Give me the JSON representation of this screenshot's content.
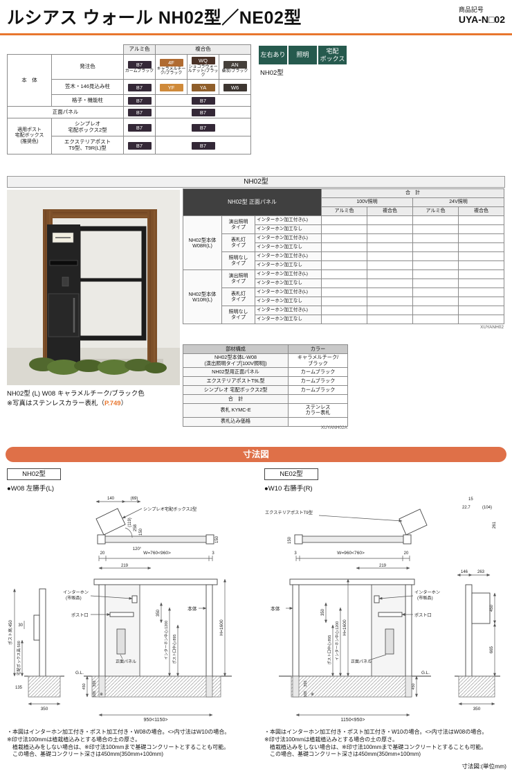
{
  "colors": {
    "accent_orange": "#e8762e",
    "dim_bar_orange": "#df7048",
    "badge_green": "#265a4e",
    "link_orange": "#e8762e"
  },
  "header": {
    "title": "ルシアス ウォール NH02型／NE02型",
    "code_label": "商品記号",
    "code": "UYA-N□02"
  },
  "badges": {
    "items": [
      {
        "label": "左右あり"
      },
      {
        "label": "照明"
      },
      {
        "label": "宅配\nボックス"
      }
    ],
    "model": "NH02型"
  },
  "color_table": {
    "header_alumi": "アルミ色",
    "header_fukugo": "複合色",
    "group_body": "本　体",
    "row_order": "発注色",
    "row_kasagi": "笠木・146見込み柱",
    "row_koshi": "格子・機能柱",
    "row_panel": "正面パネル",
    "group_post": "適用ポスト\n宅配ボックス\n(推奨色)",
    "row_simpleo": "シンプレオ\n宅配ボックス2型",
    "row_exterior": "エクステリアポスト\nT9型、T9R(L)型",
    "chips": {
      "b7": {
        "code": "B7",
        "name": "カームブラック",
        "hex": "#342837"
      },
      "f4": {
        "code": "4F",
        "name": "キャラメルチーク/ブラック",
        "hex": "#b06b31"
      },
      "wq": {
        "code": "WQ",
        "name": "ショコラウォールナット/ブラック",
        "hex": "#4a3227"
      },
      "an": {
        "code": "AN",
        "name": "桑炭/ブラック",
        "hex": "#45403b"
      },
      "yf": {
        "code": "YF",
        "hex": "#cf8a3a"
      },
      "ya": {
        "code": "YA",
        "hex": "#8f5e2a"
      },
      "w6": {
        "code": "W6",
        "hex": "#3d3631"
      }
    }
  },
  "model_bar": "NH02型",
  "photo": {
    "caption": "NH02型 (L) W08 キャラメルチーク/ブラック色",
    "note_pre": "※写真はステンレスカラー表札（",
    "note_link": "P.749",
    "note_post": "）"
  },
  "spec_table": {
    "corner": "NH02型 正面パネル",
    "total": "合　計",
    "group_100v": "100V照明",
    "group_24v": "24V照明",
    "col_alumi": "アルミ色",
    "col_fukugo": "複合色",
    "body_w08": "NH02型本体\nW08R(L)",
    "body_w10": "NH02型本体\nW10R(L)",
    "type_ensyutsu": "演出照明\nタイプ",
    "type_hyosatsu": "表札灯\nタイプ",
    "type_none": "照明なし\nタイプ",
    "opt_with": "インターホン加工付き(L)",
    "opt_without": "インターホン加工なし",
    "figure_code": "XUYANH02"
  },
  "parts_table": {
    "h_part": "部材構成",
    "h_color": "カラー",
    "rows": [
      {
        "part": "NH02型本体L-W08\n(演出照明タイプ[100V照明])",
        "color": "キャラメルチーク/\nブラック"
      },
      {
        "part": "NH02型用正面パネル",
        "color": "カームブラック"
      },
      {
        "part": "エクステリアポストT9L型",
        "color": "カームブラック"
      },
      {
        "part": "シンプレオ 宅配ボックス2型",
        "color": "カームブラック"
      },
      {
        "part": "合　計",
        "color": ""
      },
      {
        "part": "表札 KYMC-E",
        "color": "ステンレス\nカラー表札"
      },
      {
        "part": "表札込み価格",
        "color": ""
      }
    ],
    "figure_code": "XUYANH02A"
  },
  "dimension_section": {
    "title": "寸法図",
    "unit_note": "寸法図:(単位mm)"
  },
  "diagram_left": {
    "model": "NH02型",
    "variant": "●W08 左勝手(L)",
    "labels": {
      "box": "シンプレオ宅配ボックス2型",
      "intercom1": "インターホン",
      "intercom2": "(市販品)",
      "slot": "ポスト口",
      "body": "本体",
      "panel": "正面パネル",
      "gl": "G.L.",
      "post_h": "ポスト高:450",
      "box_h": "宅配ボックス高:500"
    },
    "dims": {
      "d140": "140",
      "d69": "(69)",
      "d119": "(119)",
      "d258": "258",
      "d150a": "150",
      "angle": "120°",
      "d20": "20",
      "w": "W=760<960>",
      "d3": "3",
      "d219": "219",
      "d150b": "150",
      "d350": "350",
      "ic": "インターホン中心:1200",
      "pc": "ポスト口中心:895",
      "h": "H=1600",
      "f450": "450",
      "f350": "350",
      "f100": "100",
      "ast": "※",
      "bw": "950<1150>",
      "s30": "30",
      "s135": "135",
      "s350": "350"
    },
    "notes": [
      "・本図はインターホン加工付き・ポスト加工付き・W08の場合。<>内寸法はW10の場合。",
      "※印寸法100mmは植栽植込みとする場合の土の厚さ。",
      "　植栽植込みをしない場合は、※印寸法100mmまで基礎コンクリートとすることも可能。",
      "　この場合、基礎コンクリート深さは450mm(350mm+100mm)"
    ]
  },
  "diagram_right": {
    "model": "NE02型",
    "variant": "●W10 右勝手(R)",
    "labels": {
      "box": "エクステリアポストT9型",
      "intercom1": "インターホン",
      "intercom2": "(市販品)",
      "slot": "ポスト口",
      "body": "本体",
      "panel": "正面パネル",
      "gl": "G.L."
    },
    "dims": {
      "d15": "15",
      "d227": "22.7",
      "d104": "(104)",
      "d261": "261",
      "d3": "3",
      "w": "W=960<760>",
      "d20": "20",
      "d150": "150",
      "d219": "219",
      "d350": "350",
      "ic": "インターホン中心:1200",
      "pc": "ポスト口中心:895",
      "h": "H=1600",
      "f450": "450",
      "f350": "350",
      "f100": "100",
      "ast": "※",
      "bw": "1150<950>",
      "s146": "146",
      "s263": "263",
      "s450": "450",
      "s665": "665",
      "s350": "350"
    },
    "notes": [
      "・本図はインターホン加工付き・ポスト加工付き・W10の場合。<>内寸法はW08の場合。",
      "※印寸法100mmは植栽植込みとする場合の土の厚さ。",
      "　植栽植込みをしない場合は、※印寸法100mmまで基礎コンクリートとすることも可能。",
      "　この場合、基礎コンクリート深さは450mm(350mm+100mm)"
    ]
  }
}
